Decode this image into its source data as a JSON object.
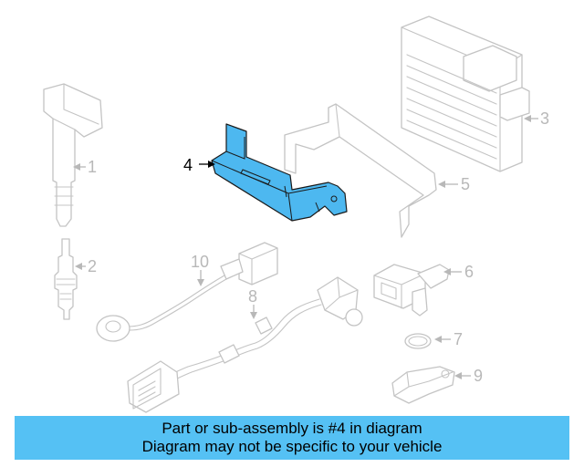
{
  "diagram": {
    "highlight_color": "#55c1f4",
    "callouts": {
      "c1": "1",
      "c2": "2",
      "c3": "3",
      "c4": "4",
      "c5": "5",
      "c6": "6",
      "c7": "7",
      "c8": "8",
      "c9": "9",
      "c10": "10"
    }
  },
  "banner": {
    "line1": "Part or sub-assembly is #4 in diagram",
    "line2": "Diagram may not be specific to your vehicle"
  }
}
